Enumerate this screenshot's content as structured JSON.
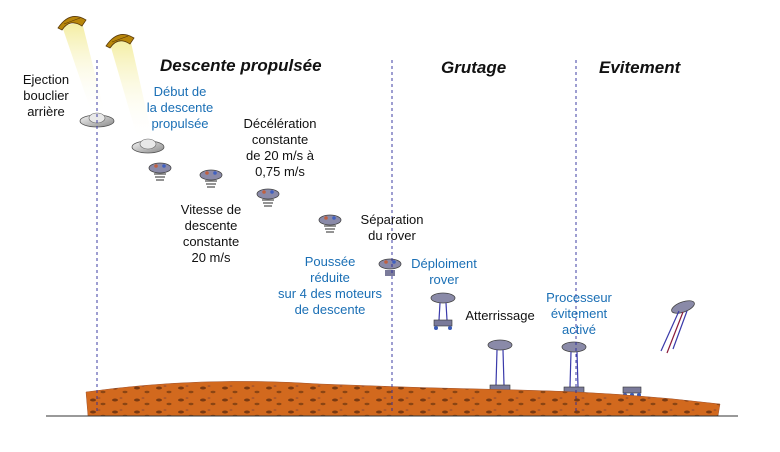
{
  "phases": {
    "descente": "Descente propulsée",
    "grutage": "Grutage",
    "evitement": "Evitement"
  },
  "labels": {
    "ejection": "Ejection\nbouclier\narrière",
    "debut": "Début de\nla descente\npropulsée",
    "deceleration": "Décélération\nconstante\nde 20 m/s à\n0,75 m/s",
    "vitesse": "Vitesse de\ndescente\nconstante\n20 m/s",
    "separation": "Séparation\ndu rover",
    "poussee": "Poussée\nréduite\nsur 4 des moteurs\nde descente",
    "deploiement": "Déploiment\nrover",
    "atterrissage": "Atterrissage",
    "processeur": "Processeur\névitement\nactivé"
  },
  "colors": {
    "phase_text": "#111111",
    "note_black": "#111111",
    "note_blue": "#1a6fb5",
    "phase_divider": "#2a2a9a",
    "terrain": "#d2691e",
    "parachute_cone": "#f3ec9a"
  }
}
